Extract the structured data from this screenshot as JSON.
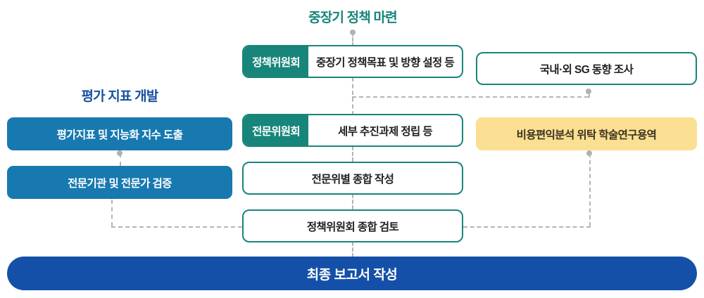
{
  "diagram": {
    "title_center": "중장기 정책 마련",
    "title_left": "평가 지표 개발",
    "center_column": [
      {
        "label": "정책위원회",
        "text": "중장기 정책목표 및 방향 설정 등",
        "style": "teal-split"
      },
      {
        "label": "전문위원회",
        "text": "세부 추진과제 정립 등",
        "style": "teal-split"
      },
      {
        "label": "",
        "text": "전문위별 종합 작성",
        "style": "teal-outline"
      },
      {
        "label": "",
        "text": "정책위원회 종합 검토",
        "style": "teal-outline"
      }
    ],
    "left_column": [
      {
        "text": "평가지표 및 지능화 지수 도출",
        "style": "blue"
      },
      {
        "text": "전문기관 및 전문가 검증",
        "style": "blue"
      }
    ],
    "right_column": [
      {
        "text": "국내·외 SG 동향 조사",
        "style": "teal-outline"
      },
      {
        "text": "비용편익분석 위탁 학술연구용역",
        "style": "yellow"
      }
    ],
    "final": {
      "text": "최종 보고서 작성",
      "style": "final-bar"
    },
    "colors": {
      "teal": "#17857a",
      "blue": "#1779b0",
      "dark_blue": "#1450a8",
      "title_blue": "#18519e",
      "yellow": "#fbdf92",
      "connector_gray": "#b5b5b5"
    }
  }
}
